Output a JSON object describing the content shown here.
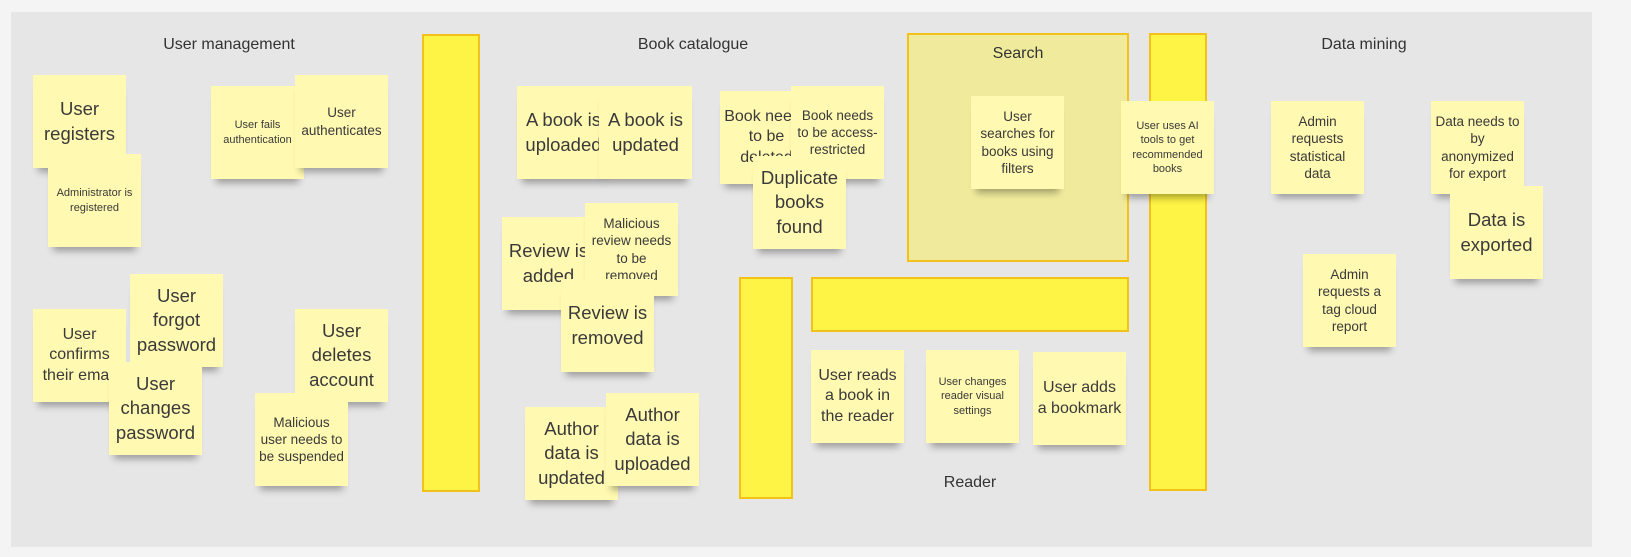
{
  "sections": {
    "user_management": "User management",
    "book_catalogue": "Book catalogue",
    "search": "Search",
    "data_mining": "Data mining",
    "reader": "Reader"
  },
  "notes": {
    "user_registers": "User registers",
    "admin_registered": "Administrator is registered",
    "user_fails_auth": "User fails authentication",
    "user_authenticates": "User authenticates",
    "user_confirms_email": "User confirms their email",
    "user_forgot_password": "User forgot password",
    "user_changes_password": "User changes password",
    "user_deletes_account": "User deletes account",
    "malicious_user_suspended": "Malicious user needs to be suspended",
    "book_uploaded": "A book is uploaded",
    "book_updated": "A book is updated",
    "book_deleted": "Book needs to be deleted",
    "book_access_restricted": "Book needs to be access-restricted",
    "duplicate_books": "Duplicate books found",
    "review_added": "Review is added",
    "malicious_review_removed": "Malicious review needs to be removed",
    "review_removed": "Review is removed",
    "author_data_updated": "Author data is updated",
    "author_data_uploaded": "Author data is uploaded",
    "user_searches_filters": "User searches for books using filters",
    "user_uses_ai": "User uses AI tools to get recommended books",
    "admin_statistical": "Admin requests statistical data",
    "data_anonymized": "Data needs to by anonymized for export",
    "data_exported": "Data is exported",
    "admin_tag_cloud": "Admin requests a tag cloud report",
    "user_reads_book": "User reads a book in the reader",
    "user_changes_reader": "User changes reader visual settings",
    "user_adds_bookmark": "User adds a bookmark"
  },
  "colors": {
    "board": "#e6e6e6",
    "sticky_note": "#fff9b1",
    "bar_fill": "#fef445",
    "bar_border": "#f2c21b",
    "search_frame": "#f0eb9c"
  }
}
